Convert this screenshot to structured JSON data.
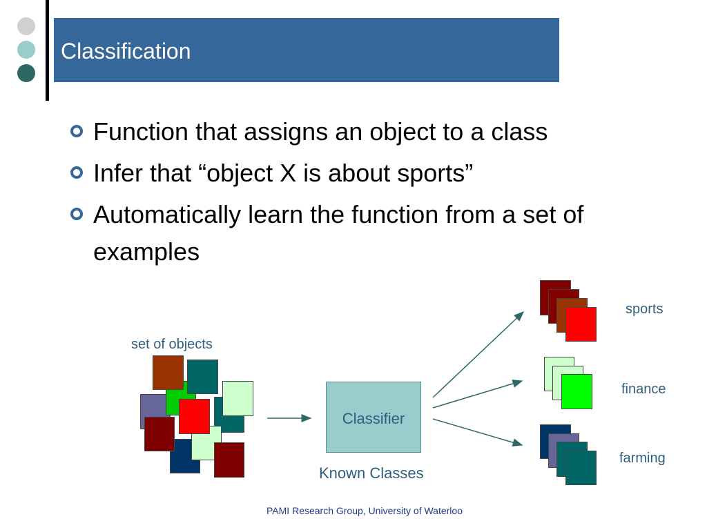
{
  "slide": {
    "title": "Classification",
    "bullets": [
      {
        "text": "Function that assigns an object to a class"
      },
      {
        "text": "Infer that “object X is about sports”"
      },
      {
        "text": "Automatically learn the function from a set of examples"
      }
    ]
  },
  "diagram": {
    "objects_label": "set of objects",
    "classifier_label": "Classifier",
    "known_classes_label": "Known Classes",
    "classes": [
      {
        "label": "sports"
      },
      {
        "label": "finance"
      },
      {
        "label": "farming"
      }
    ]
  },
  "colors": {
    "title_bar": "#35679a",
    "dot_light": "#d0d0d0",
    "dot_mid": "#99cccc",
    "dot_dark": "#2f6766",
    "classifier_fill": "#99cccc",
    "diagram_text": "#2f5f7f",
    "footer_text": "#1e3a8a"
  },
  "footer": {
    "text": "PAMI Research Group, University of Waterloo"
  }
}
